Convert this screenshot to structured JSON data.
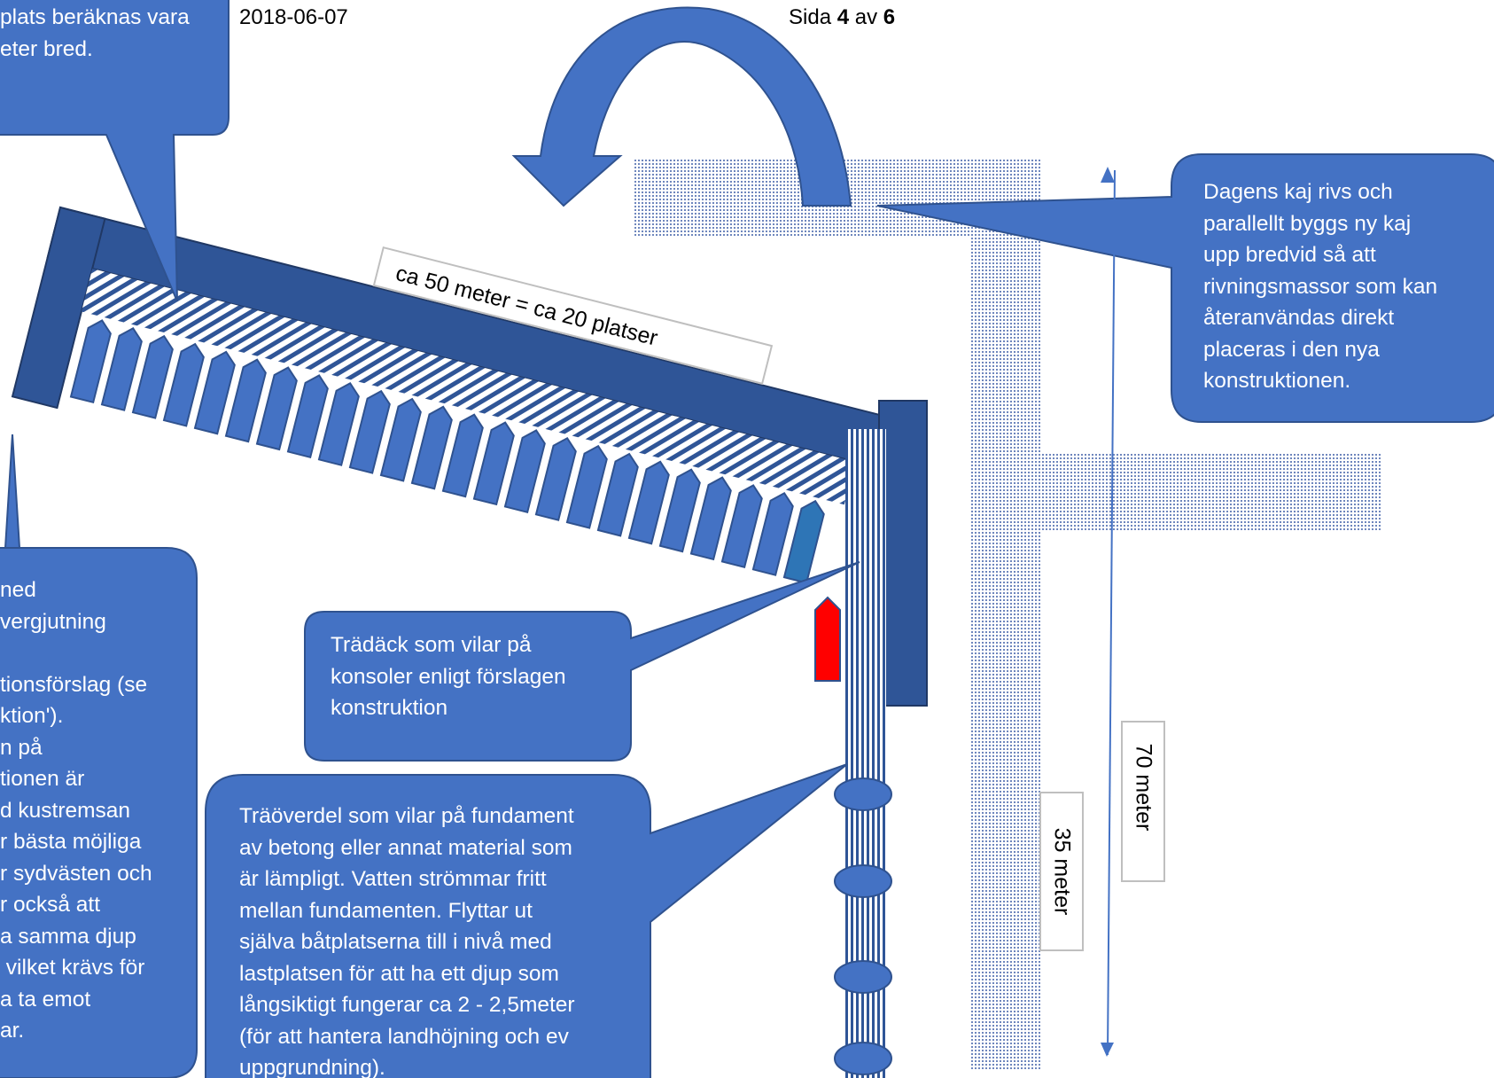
{
  "header": {
    "date": "2018-06-07",
    "page_prefix": "Sida ",
    "page_current": "4",
    "page_mid": " av ",
    "page_total": "6"
  },
  "callouts": {
    "top_left": [
      "plats beräknas vara",
      "eter bred."
    ],
    "right": [
      "Dagens kaj rivs och",
      "parallellt byggs ny kaj",
      "upp bredvid så att",
      "rivningsmassor som kan",
      "återanvändas direkt",
      "placeras i den nya",
      "konstruktionen."
    ],
    "deck": [
      "Trädäck som vilar på",
      "konsoler enligt förslagen",
      "konstruktion"
    ],
    "foundation": [
      "Träöverdel som vilar på fundament",
      "av betong eller annat material som",
      "är lämpligt. Vatten strömmar fritt",
      "mellan fundamenten. Flyttar ut",
      "själva båtplatserna till i nivå med",
      "lastplatsen för att ha ett djup som",
      "långsiktigt fungerar ca 2 - 2,5meter",
      "(för att hantera landhöjning och ev",
      "uppgrundning)."
    ],
    "left": [
      "ned",
      "vergjutning",
      "",
      "tionsförslag (se",
      "ktion').",
      "n på",
      "tionen är",
      "d kustremsan",
      "r bästa möjliga",
      "r sydvästen och",
      "r också att",
      "a samma djup",
      " vilket krävs för",
      "a ta emot",
      "ar."
    ]
  },
  "dimensions": {
    "length_label": "ca 50 meter = ca 20 platser",
    "label_35": "35 meter",
    "label_70": "70 meter"
  },
  "berths": {
    "count": 24
  },
  "colors": {
    "callout": "#4472c4",
    "callout_border": "#2f528f",
    "pier": "#2f5597",
    "berth": "#4472c4",
    "berth_last": "#2e75b6",
    "boat_red": "#ff0000",
    "pattern": "#4a6fb5"
  }
}
